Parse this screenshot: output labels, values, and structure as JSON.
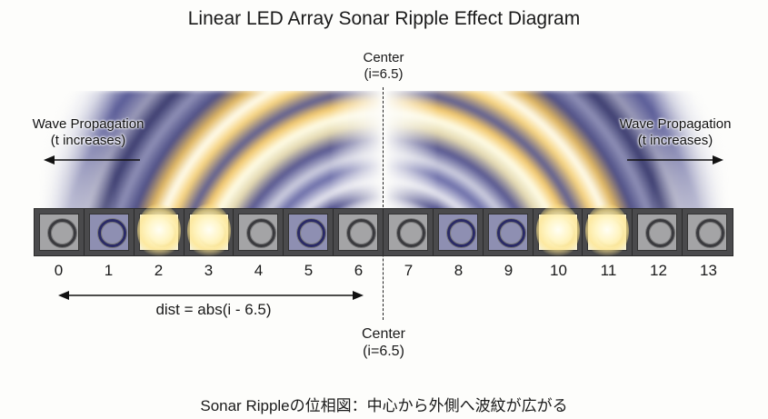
{
  "title": "Linear LED Array Sonar Ripple Effect Diagram",
  "center_top": {
    "line1": "Center",
    "line2": "(i=6.5)"
  },
  "center_bottom": {
    "line1": "Center",
    "line2": "(i=6.5)"
  },
  "wave_left": {
    "line1": "Wave Propagation",
    "line2": "(t increases)",
    "direction": "left"
  },
  "wave_right": {
    "line1": "Wave Propagation",
    "line2": "(t increases)",
    "direction": "right"
  },
  "leds": [
    {
      "index": "0",
      "state": "off"
    },
    {
      "index": "1",
      "state": "blue"
    },
    {
      "index": "2",
      "state": "lit"
    },
    {
      "index": "3",
      "state": "lit"
    },
    {
      "index": "4",
      "state": "off"
    },
    {
      "index": "5",
      "state": "blue"
    },
    {
      "index": "6",
      "state": "off"
    },
    {
      "index": "7",
      "state": "off"
    },
    {
      "index": "8",
      "state": "blue"
    },
    {
      "index": "9",
      "state": "blue"
    },
    {
      "index": "10",
      "state": "lit"
    },
    {
      "index": "11",
      "state": "lit"
    },
    {
      "index": "12",
      "state": "off"
    },
    {
      "index": "13",
      "state": "off"
    }
  ],
  "formula": "dist = abs(i - 6.5)",
  "caption": "Sonar Rippleの位相図：中心から外側へ波紋が広がる",
  "colors": {
    "glow": "#fff3b8",
    "wave_blue": "#3c3f8a",
    "strip": "#4a4a4c"
  }
}
